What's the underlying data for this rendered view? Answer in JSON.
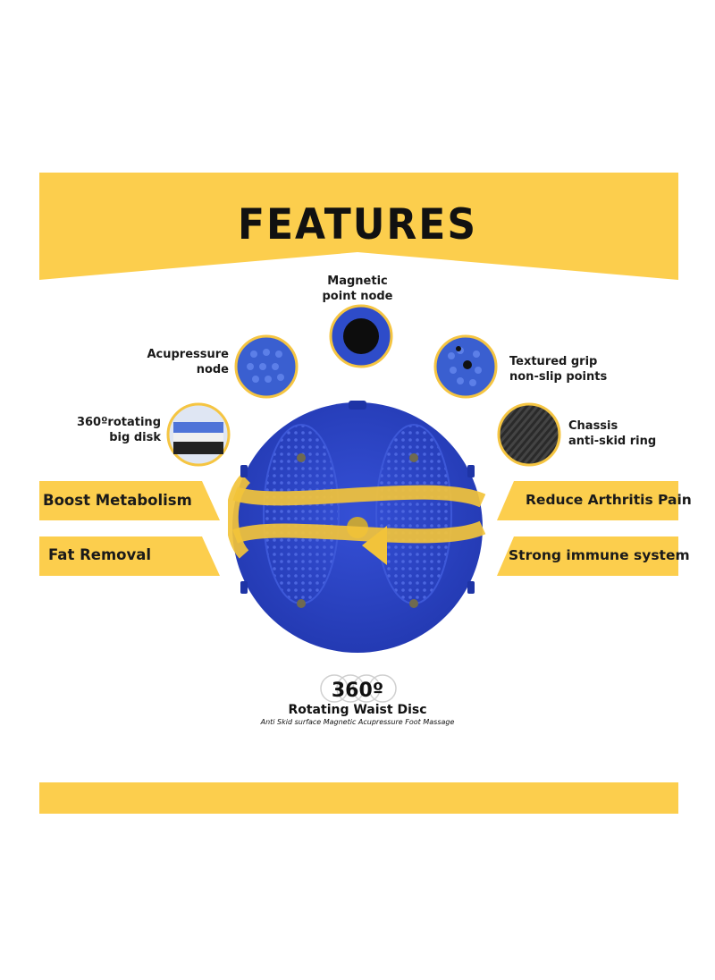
{
  "colors": {
    "accent": "#FCCE4D",
    "disc": "#2B45C7",
    "disc_dark": "#1E34A6",
    "arrow": "#F2C33A"
  },
  "title": "FEATURES",
  "features": {
    "magnetic": "Magnetic point node",
    "magnetic_1": "Magnetic",
    "magnetic_2": "point node",
    "acupressure_1": "Acupressure",
    "acupressure_2": "node",
    "textured_1": "Textured grip",
    "textured_2": "non-slip points",
    "bigdisk_1": "360ºrotating",
    "bigdisk_2": "big disk",
    "chassis_1": "Chassis",
    "chassis_2": "anti-skid ring"
  },
  "benefits": {
    "left_1": "Boost Metabolism",
    "left_2": "Fat Removal",
    "right_1": "Reduce Arthritis Pain",
    "right_2": "Strong immune system"
  },
  "caption": {
    "degrees": "360º",
    "name": "Rotating Waist Disc",
    "tagline": "Anti Skid surface Magnetic Acupressure Foot Massage"
  }
}
